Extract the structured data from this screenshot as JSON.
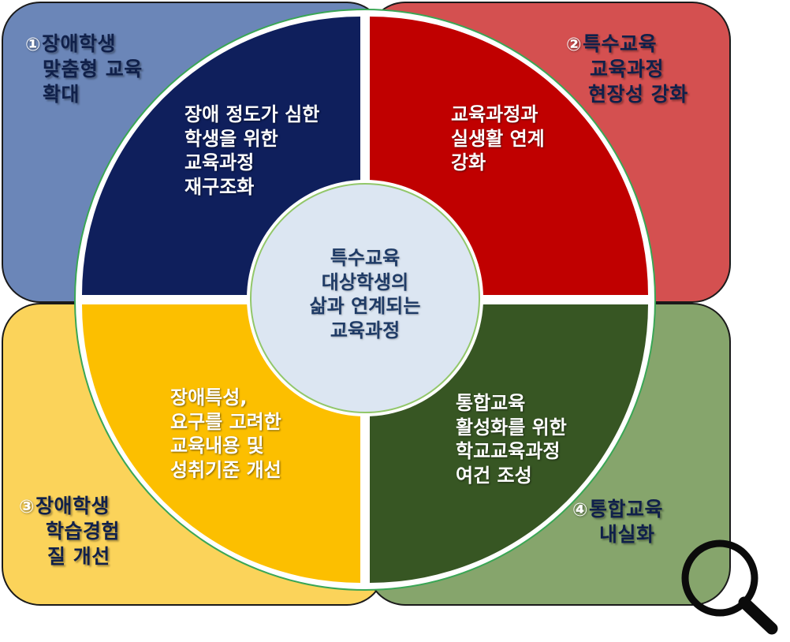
{
  "corners": {
    "q1": {
      "number": "①",
      "lines": [
        "장애학생",
        "맞춤형 교육",
        "확대"
      ],
      "color": "#6b86b8"
    },
    "q2": {
      "number": "②",
      "lines": [
        "특수교육",
        "교육과정",
        "현장성 강화"
      ],
      "color": "#d45050"
    },
    "q3": {
      "number": "③",
      "lines": [
        "장애학생",
        "학습경험",
        "질 개선"
      ],
      "color": "#fbd35a"
    },
    "q4": {
      "number": "④",
      "lines": [
        "통합교육",
        "내실화"
      ],
      "color": "#86a56c"
    }
  },
  "segments": {
    "top_left": {
      "lines": [
        "장애 정도가 심한",
        "학생을 위한",
        "교육과정",
        "재구조화"
      ],
      "color": "#0f1f5c"
    },
    "top_right": {
      "lines": [
        "교육과정과",
        "실생활 연계",
        "강화"
      ],
      "color": "#c00000"
    },
    "bottom_left": {
      "lines": [
        "장애특성,",
        "요구를 고려한",
        "교육내용 및",
        "성취기준 개선"
      ],
      "color": "#fcbf00"
    },
    "bottom_right": {
      "lines": [
        "통합교육",
        "활성화를 위한",
        "학교교육과정",
        "여건 조성"
      ],
      "color": "#375623"
    }
  },
  "center": {
    "lines": [
      "특수교육",
      "대상학생의",
      "삶과 연계되는",
      "교육과정"
    ],
    "color": "#dce6f2"
  },
  "icons": {
    "magnifier": "magnifier-icon"
  }
}
